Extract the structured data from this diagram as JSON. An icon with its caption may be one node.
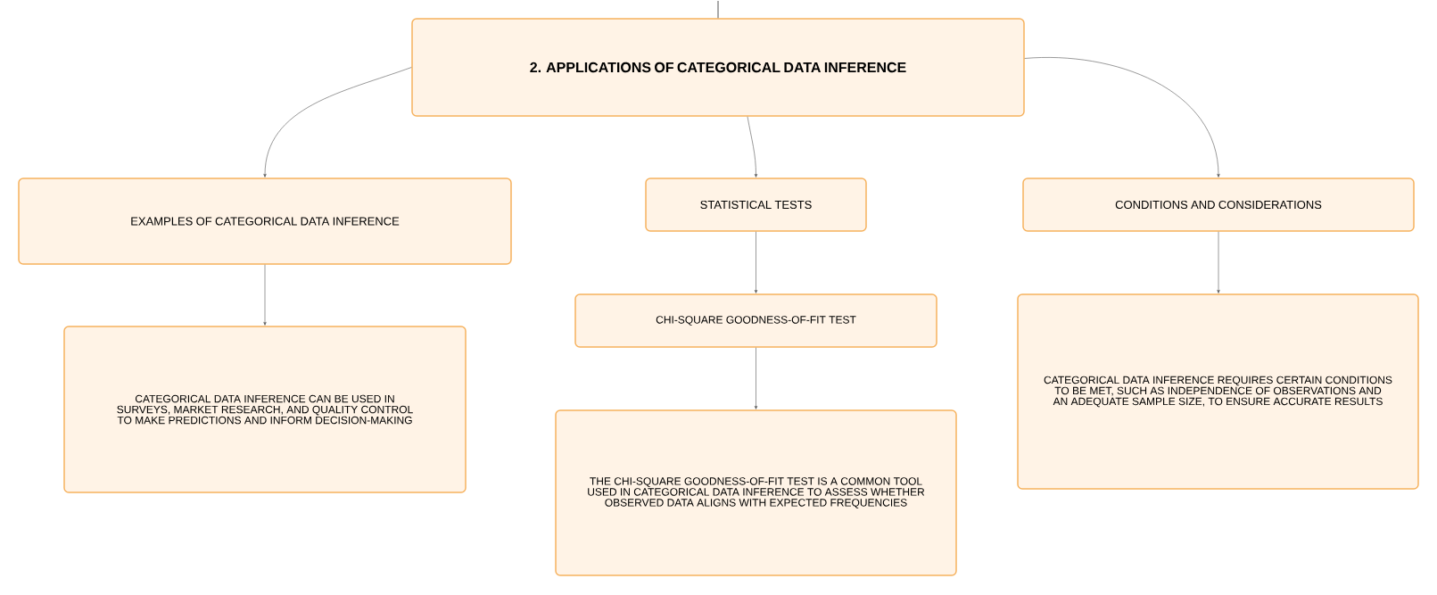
{
  "diagram": {
    "nodes": [
      {
        "text": [
          "2. APPLICATIONS OF CATEGORICAL DATA INFERENCE"
        ]
      },
      {
        "text": [
          "EXAMPLES OF CATEGORICAL DATA INFERENCE"
        ]
      },
      {
        "text": [
          "STATISTICAL TESTS"
        ]
      },
      {
        "text": [
          "CONDITIONS AND CONSIDERATIONS"
        ]
      },
      {
        "text": [
          "CATEGORICAL DATA INFERENCE CAN BE USED IN SURVEYS, MARKET RESEARCH, AND QUALITY CONTROL TO MAKE PREDICTIONS AND INFORM DECISION-MAKING"
        ]
      },
      {
        "text": [
          "CHI-SQUARE GOODNESS-OF-FIT TEST"
        ]
      },
      {
        "text": [
          "THE CHI-SQUARE GOODNESS-OF-FIT TEST IS A COMMON TOOL USED IN CATEGORICAL DATA INFERENCE TO ASSESS WHETHER OBSERVED DATA ALIGNS WITH EXPECTED FREQUENCIES"
        ]
      },
      {
        "text": [
          "CATEGORICAL DATA INFERENCE REQUIRES CERTAIN CONDITIONS TO BE MET, SUCH AS INDEPENDENCE OF OBSERVATIONS AND AN ADEQUATE SAMPLE SIZE, TO ENSURE ACCURATE RESULTS"
        ]
      }
    ],
    "edges": [
      {
        "from": null,
        "to": 0,
        "arrow": "none"
      },
      {
        "from": 0,
        "to": 1,
        "arrow": "to"
      },
      {
        "from": 0,
        "to": 2,
        "arrow": "to"
      },
      {
        "from": 0,
        "to": 3,
        "arrow": "to"
      },
      {
        "from": 1,
        "to": 4,
        "arrow": "to"
      },
      {
        "from": 2,
        "to": 5,
        "arrow": "to"
      },
      {
        "from": 5,
        "to": 6,
        "arrow": "to"
      },
      {
        "from": 3,
        "to": 7,
        "arrow": "to"
      }
    ]
  }
}
